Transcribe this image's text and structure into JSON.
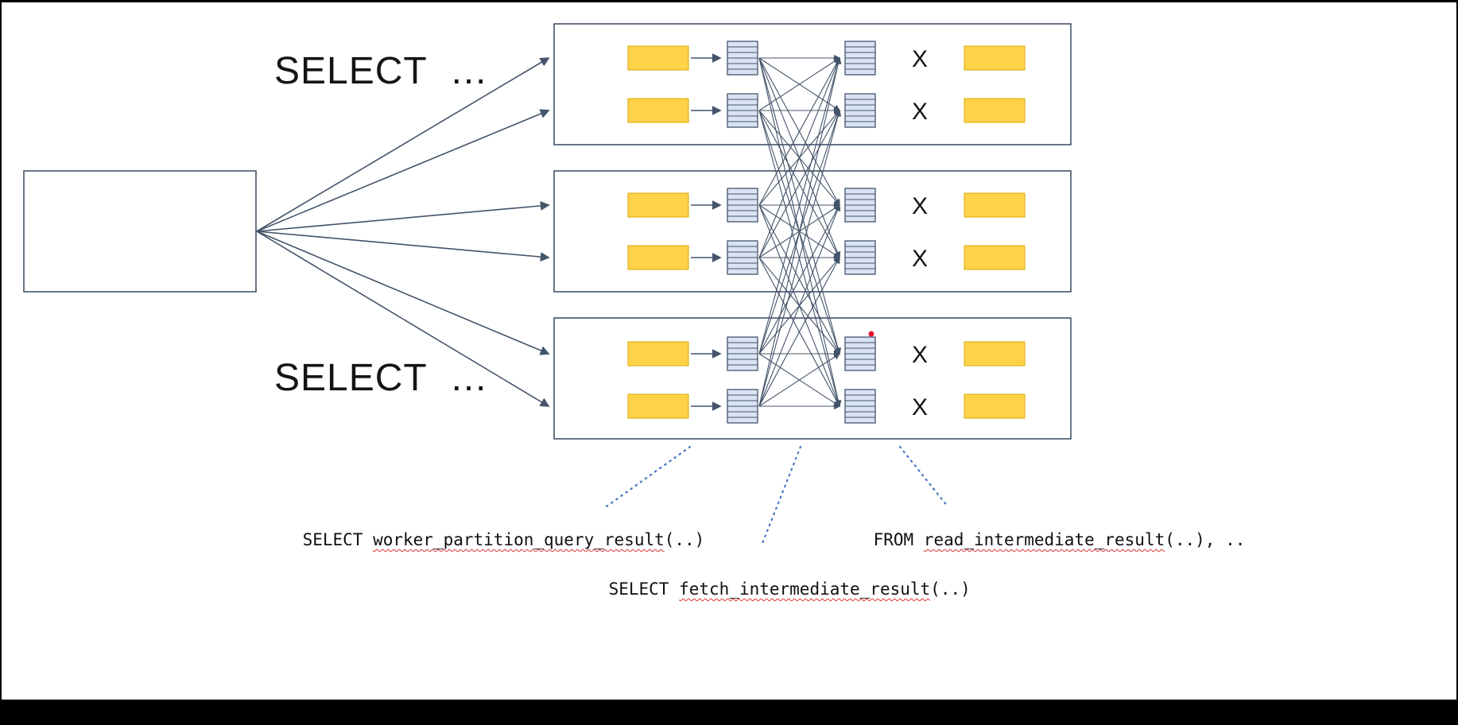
{
  "slide": {
    "select_label_top": "SELECT  …",
    "select_label_bottom": "SELECT  …",
    "x_marker": "X"
  },
  "annotations": {
    "partition": {
      "prefix": "SELECT ",
      "function": "worker_partition_query_result",
      "suffix": "(..)"
    },
    "fetch": {
      "prefix": "SELECT ",
      "function": "fetch_intermediate_result",
      "suffix": "(..)"
    },
    "read": {
      "prefix": "FROM ",
      "function": "read_intermediate_result",
      "suffix": "(..), .."
    }
  },
  "colors": {
    "diagram_stroke": "#44546a",
    "node_yellow": "#ffd24a",
    "node_yellow_stroke": "#d8a800",
    "stripe_fill": "#dae3f3",
    "leader_blue": "#4472c4",
    "squiggle_red": "#e03131",
    "dot_red": "#e8112d"
  }
}
